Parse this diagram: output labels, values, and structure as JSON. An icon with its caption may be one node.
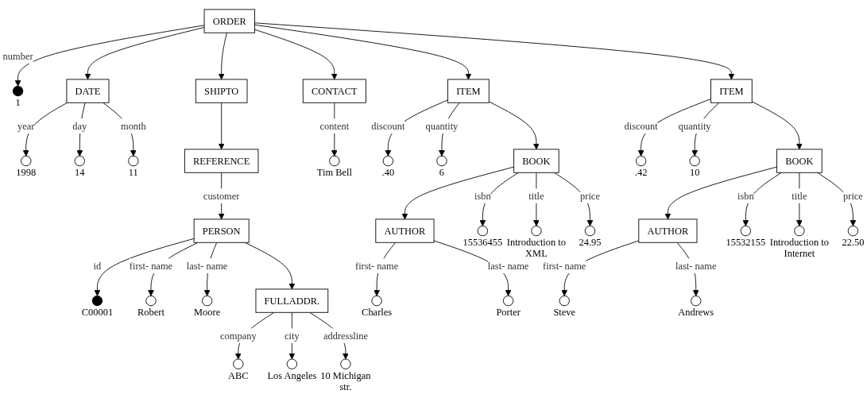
{
  "diagram": {
    "nodes": [
      {
        "text": [
          "ORDER"
        ]
      },
      {
        "text": [],
        "shape": "dot",
        "beside": [
          "1"
        ]
      },
      {
        "text": [
          "DATE"
        ]
      },
      {
        "text": [],
        "shape": "circle",
        "beside": [
          "1998"
        ]
      },
      {
        "text": [],
        "shape": "circle",
        "beside": [
          "14"
        ]
      },
      {
        "text": [],
        "shape": "circle",
        "beside": [
          "11"
        ]
      },
      {
        "text": [
          "SHIPTO"
        ]
      },
      {
        "text": [
          "CONTACT"
        ]
      },
      {
        "text": [
          "ITEM"
        ]
      },
      {
        "text": [
          "ITEM"
        ]
      },
      {
        "text": [
          "REFERENCE"
        ]
      },
      {
        "text": [],
        "shape": "circle",
        "beside": [
          "Tim Bell"
        ]
      },
      {
        "text": [],
        "shape": "circle",
        "beside": [
          ".40"
        ]
      },
      {
        "text": [],
        "shape": "circle",
        "beside": [
          ".42"
        ]
      },
      {
        "text": [],
        "shape": "circle",
        "beside": [
          "6"
        ]
      },
      {
        "text": [],
        "shape": "circle",
        "beside": [
          "10"
        ]
      },
      {
        "text": [
          "PERSON"
        ]
      },
      {
        "text": [],
        "shape": "dot",
        "beside": [
          "C00001"
        ]
      },
      {
        "text": [
          "BOOK"
        ]
      },
      {
        "text": [
          "AUTHOR"
        ]
      },
      {
        "text": [
          "BOOK"
        ]
      },
      {
        "text": [
          "AUTHOR"
        ]
      },
      {
        "text": [],
        "shape": "circle",
        "beside": [
          "Robert"
        ]
      },
      {
        "text": [],
        "shape": "circle",
        "beside": [
          "Moore"
        ]
      },
      {
        "text": [
          "FULLADDR."
        ]
      },
      {
        "text": [],
        "shape": "circle",
        "beside": [
          "15536455"
        ]
      },
      {
        "text": [],
        "shape": "circle",
        "beside": [
          "Introduction to XML"
        ]
      },
      {
        "text": [],
        "shape": "circle",
        "beside": [
          "24.95"
        ]
      },
      {
        "text": [],
        "shape": "circle",
        "beside": [
          "Charles"
        ]
      },
      {
        "text": [],
        "shape": "circle",
        "beside": [
          "Porter"
        ]
      },
      {
        "text": [],
        "shape": "circle",
        "beside": [
          "15532155"
        ]
      },
      {
        "text": [],
        "shape": "circle",
        "beside": [
          "Introduction to Internet"
        ]
      },
      {
        "text": [],
        "shape": "circle",
        "beside": [
          "22.50"
        ]
      },
      {
        "text": [],
        "shape": "circle",
        "beside": [
          "Steve"
        ]
      },
      {
        "text": [],
        "shape": "circle",
        "beside": [
          "Andrews"
        ]
      },
      {
        "text": [],
        "shape": "circle",
        "beside": [
          "ABC"
        ]
      },
      {
        "text": [],
        "shape": "circle",
        "beside": [
          "Los Angeles"
        ]
      },
      {
        "text": [],
        "shape": "circle",
        "beside": [
          "10 Michigan str."
        ]
      }
    ],
    "edges": [
      {
        "from": 0,
        "to": 1,
        "arrow": "to",
        "label": "number"
      },
      {
        "from": 0,
        "to": 2,
        "arrow": "to"
      },
      {
        "from": 0,
        "to": 6,
        "arrow": "to"
      },
      {
        "from": 0,
        "to": 7,
        "arrow": "to"
      },
      {
        "from": 0,
        "to": 8,
        "arrow": "to"
      },
      {
        "from": 0,
        "to": 9,
        "arrow": "to"
      },
      {
        "from": 2,
        "to": 3,
        "arrow": "to",
        "label": "year"
      },
      {
        "from": 2,
        "to": 4,
        "arrow": "to",
        "label": "day"
      },
      {
        "from": 2,
        "to": 5,
        "arrow": "to",
        "label": "month"
      },
      {
        "from": 6,
        "to": 10,
        "arrow": "to"
      },
      {
        "from": 10,
        "to": 16,
        "arrow": "to",
        "label": "customer"
      },
      {
        "from": 7,
        "to": 11,
        "arrow": "to",
        "label": "content"
      },
      {
        "from": 8,
        "to": 12,
        "arrow": "to",
        "label": "discount"
      },
      {
        "from": 8,
        "to": 14,
        "arrow": "to",
        "label": "quantity"
      },
      {
        "from": 8,
        "to": 18,
        "arrow": "to"
      },
      {
        "from": 9,
        "to": 13,
        "arrow": "to",
        "label": "discount"
      },
      {
        "from": 9,
        "to": 15,
        "arrow": "to",
        "label": "quantity"
      },
      {
        "from": 9,
        "to": 20,
        "arrow": "to"
      },
      {
        "from": 16,
        "to": 17,
        "arrow": "to",
        "label": "id"
      },
      {
        "from": 16,
        "to": 22,
        "arrow": "to",
        "label": "first- name"
      },
      {
        "from": 16,
        "to": 23,
        "arrow": "to",
        "label": "last- name"
      },
      {
        "from": 16,
        "to": 24,
        "arrow": "to"
      },
      {
        "from": 18,
        "to": 19,
        "arrow": "to"
      },
      {
        "from": 18,
        "to": 25,
        "arrow": "to",
        "label": "isbn"
      },
      {
        "from": 18,
        "to": 26,
        "arrow": "to",
        "label": "title"
      },
      {
        "from": 18,
        "to": 27,
        "arrow": "to",
        "label": "price"
      },
      {
        "from": 19,
        "to": 28,
        "arrow": "to",
        "label": "first- name"
      },
      {
        "from": 19,
        "to": 29,
        "arrow": "to",
        "label": "last- name"
      },
      {
        "from": 20,
        "to": 21,
        "arrow": "to"
      },
      {
        "from": 20,
        "to": 30,
        "arrow": "to",
        "label": "isbn"
      },
      {
        "from": 20,
        "to": 31,
        "arrow": "to",
        "label": "title"
      },
      {
        "from": 20,
        "to": 32,
        "arrow": "to",
        "label": "price"
      },
      {
        "from": 21,
        "to": 33,
        "arrow": "to",
        "label": "first- name"
      },
      {
        "from": 21,
        "to": 34,
        "arrow": "to",
        "label": "last- name"
      },
      {
        "from": 24,
        "to": 35,
        "arrow": "to",
        "label": "company"
      },
      {
        "from": 24,
        "to": 36,
        "arrow": "to",
        "label": "city"
      },
      {
        "from": 24,
        "to": 37,
        "arrow": "to",
        "label": "addressline"
      }
    ]
  }
}
